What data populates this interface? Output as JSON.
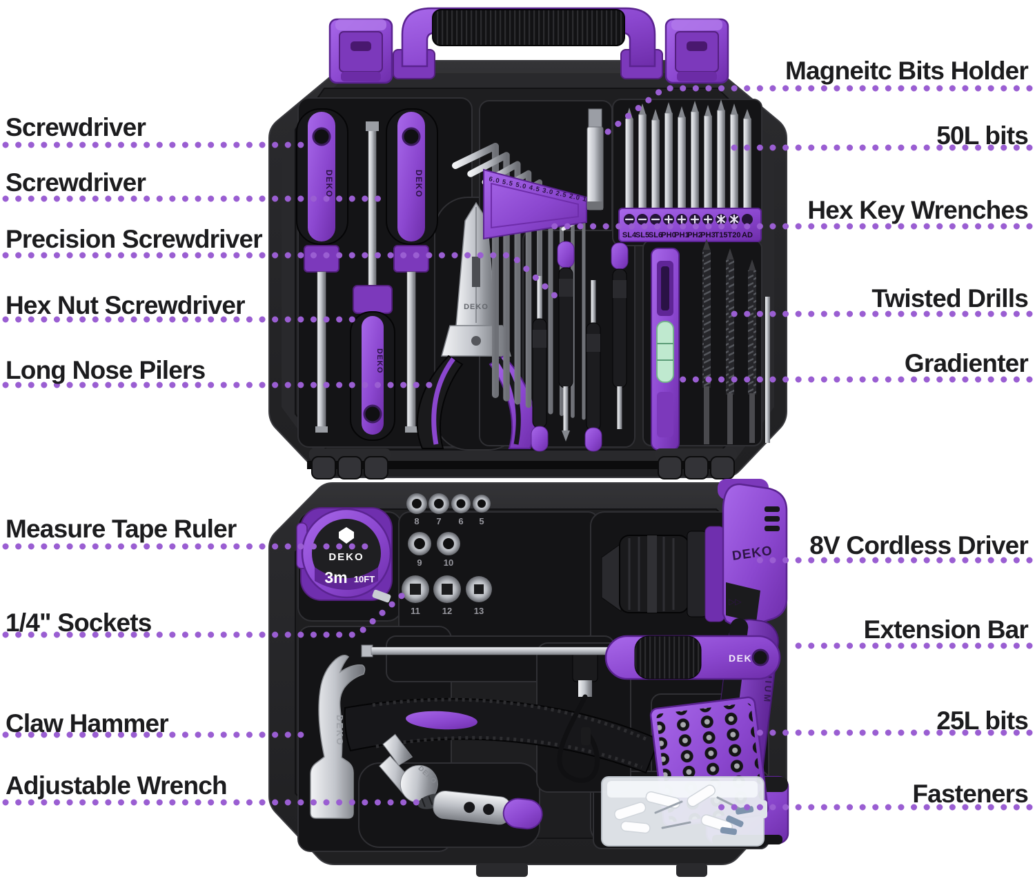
{
  "product": "DEKO purple household tool kit in blow-molded case",
  "brand": "DEKO",
  "colors": {
    "accent_purple": "#8b47cf",
    "dark_purple": "#5a2390",
    "dot_purple": "#9a5ed2",
    "case_black": "#232326",
    "label_text": "#1c1c1e",
    "vial_green": "#bfe9cf"
  },
  "left_labels": [
    "Screwdriver",
    "Screwdriver",
    "Precision Screwdriver",
    "Hex Nut Screwdriver",
    "Long Nose Pilers",
    "Measure Tape Ruler",
    "1/4\" Sockets",
    "Claw Hammer",
    "Adjustable Wrench"
  ],
  "right_labels": [
    "Magneitc Bits Holder",
    "50L bits",
    "Hex Key Wrenches",
    "Twisted Drills",
    "Gradienter",
    "8V Cordless Driver",
    "Extension Bar",
    "25L bits",
    "Fasteners"
  ],
  "bits_strip_labels": [
    "SL4",
    "SL5",
    "SL6",
    "PH0",
    "PH1",
    "PH2",
    "PH3",
    "T15",
    "T20",
    "AD"
  ],
  "hex_key_sizes": "6.0 5.5 5.0 4.5 3.0 2.5 2.0 1.5",
  "socket_labels": [
    "8",
    "7",
    "6",
    "5",
    "9",
    "10",
    "11",
    "12",
    "13"
  ],
  "tape": {
    "metric": "3m",
    "imperial": "10FT"
  },
  "driver": {
    "side_text": "LITHIUM",
    "arrows": "▷▷"
  }
}
